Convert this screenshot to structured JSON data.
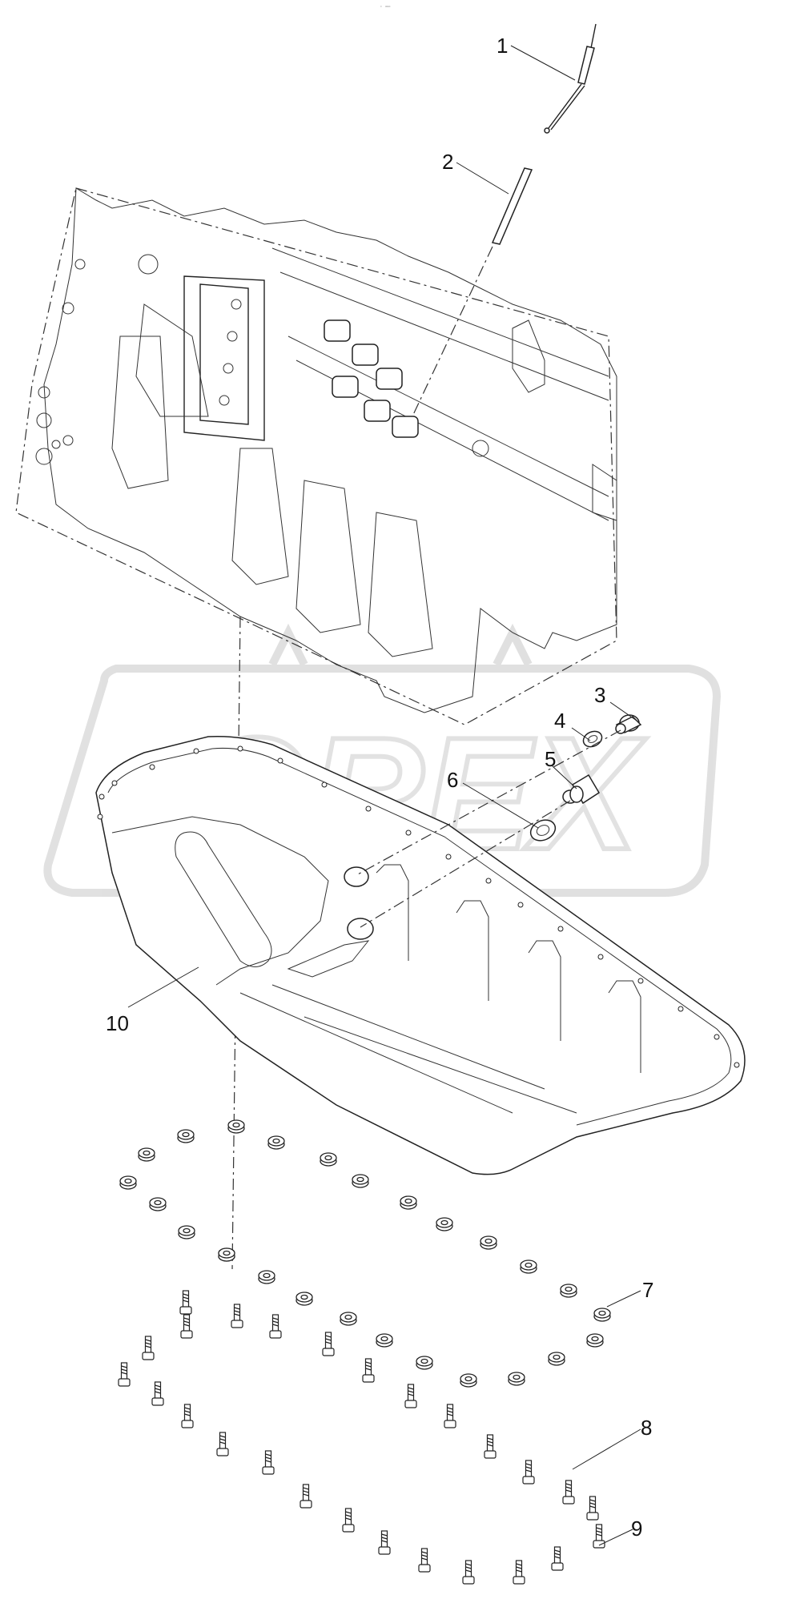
{
  "header": {
    "tiny_mark": "▫️ ▫▫▫"
  },
  "watermark": {
    "text": "OREX"
  },
  "callouts": [
    {
      "id": "1",
      "label": "1"
    },
    {
      "id": "2",
      "label": "2"
    },
    {
      "id": "3",
      "label": "3"
    },
    {
      "id": "4",
      "label": "4"
    },
    {
      "id": "5",
      "label": "5"
    },
    {
      "id": "6",
      "label": "6"
    },
    {
      "id": "7",
      "label": "7"
    },
    {
      "id": "8",
      "label": "8"
    },
    {
      "id": "9",
      "label": "9"
    },
    {
      "id": "10",
      "label": "10"
    }
  ]
}
